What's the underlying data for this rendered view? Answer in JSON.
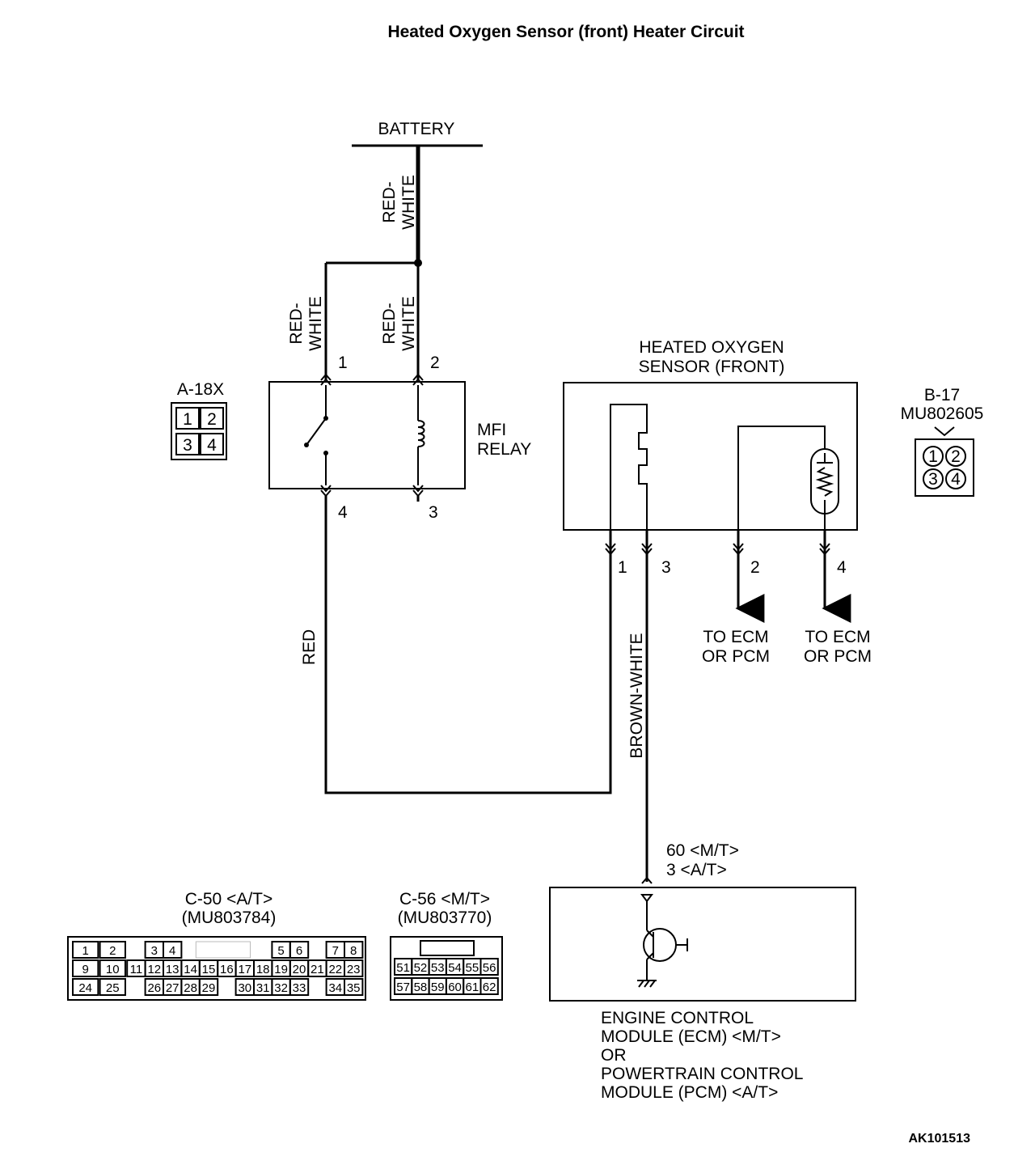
{
  "title": "Heated Oxygen Sensor (front) Heater Circuit",
  "battery": "BATTERY",
  "wires": {
    "battery_main": [
      "RED-",
      "WHITE"
    ],
    "relay_pin1": [
      "RED-",
      "WHITE"
    ],
    "relay_pin2": [
      "RED-",
      "WHITE"
    ],
    "red": "RED",
    "brown_white": "BROWN-WHITE"
  },
  "relay": {
    "name_line1": "MFI",
    "name_line2": "RELAY",
    "pins": {
      "p1": "1",
      "p2": "2",
      "p3": "3",
      "p4": "4"
    },
    "connector": "A-18X",
    "connector_cells": [
      "1",
      "2",
      "3",
      "4"
    ]
  },
  "sensor": {
    "name_line1": "HEATED OXYGEN",
    "name_line2": "SENSOR (FRONT)",
    "pins": {
      "p1": "1",
      "p2": "2",
      "p3": "3",
      "p4": "4"
    },
    "connector": "B-17",
    "connector_part": "MU802605",
    "connector_cells": [
      "1",
      "2",
      "3",
      "4"
    ],
    "to_ecm_a": [
      "TO ECM",
      "OR PCM"
    ],
    "to_ecm_b": [
      "TO ECM",
      "OR PCM"
    ]
  },
  "ecm": {
    "pin_label_1": "60 <M/T>",
    "pin_label_2": "3 <A/T>",
    "caption": [
      "ENGINE CONTROL",
      "MODULE (ECM) <M/T>",
      "OR",
      "POWERTRAIN CONTROL",
      "MODULE (PCM) <A/T>"
    ]
  },
  "connector_c50": {
    "title": "C-50 <A/T>",
    "part": "(MU803784)",
    "row1": [
      "1",
      "2",
      "3",
      "4",
      "5",
      "6",
      "7",
      "8"
    ],
    "row2": [
      "9",
      "10",
      "11",
      "12",
      "13",
      "14",
      "15",
      "16",
      "17",
      "18",
      "19",
      "20",
      "21",
      "22",
      "23"
    ],
    "row3": [
      "24",
      "25",
      "26",
      "27",
      "28",
      "29",
      "30",
      "31",
      "32",
      "33",
      "34",
      "35"
    ]
  },
  "connector_c56": {
    "title": "C-56 <M/T>",
    "part": "(MU803770)",
    "row1": [
      "51",
      "52",
      "53",
      "54",
      "55",
      "56"
    ],
    "row2": [
      "57",
      "58",
      "59",
      "60",
      "61",
      "62"
    ]
  },
  "figure_code": "AK101513"
}
